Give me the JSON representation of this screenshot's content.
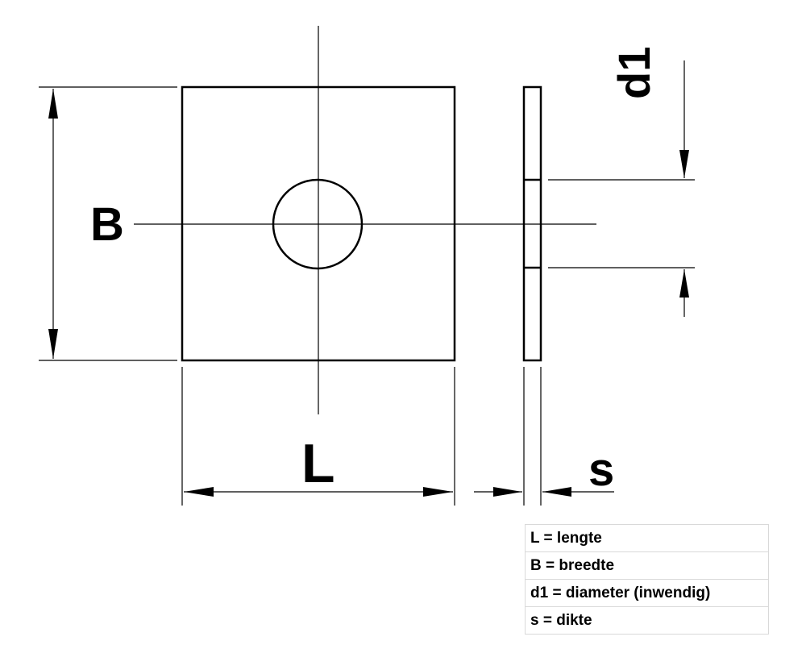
{
  "drawing": {
    "labels": {
      "length": "L",
      "width": "B",
      "thickness": "s",
      "inner_diameter": "d1"
    }
  },
  "legend": {
    "rows": [
      {
        "text": "L = lengte"
      },
      {
        "text": "B = breedte"
      },
      {
        "text": "d1 = diameter (inwendig)"
      },
      {
        "text": "s = dikte"
      }
    ]
  }
}
